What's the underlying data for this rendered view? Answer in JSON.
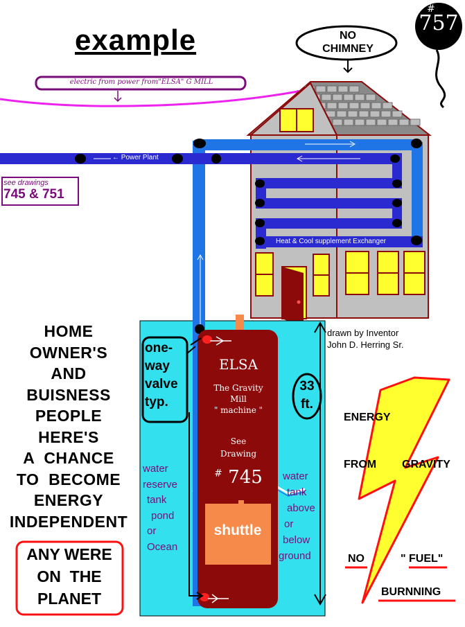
{
  "title": "example",
  "drawing_number": {
    "hash": "#",
    "value": "757"
  },
  "no_chimney": [
    "NO",
    "CHIMNEY"
  ],
  "electric_label": "electric from power from\"ELSA\" G MILL",
  "power_plant_label": "← Power Plant",
  "see_drawings": {
    "line1": "see drawings",
    "line2": "745 & 751"
  },
  "exchanger_label": "Heat & Cool supplement Exchanger",
  "slogan": [
    "HOME",
    "OWNER'S",
    "AND",
    "BUISNESS",
    "PEOPLE",
    "HERE'S",
    "A  CHANCE",
    "TO  BECOME",
    "ENERGY",
    "INDEPENDENT"
  ],
  "planet_box": [
    "ANY WERE",
    "ON  THE",
    "PLANET"
  ],
  "credit": [
    "drawn by Inventor",
    "John D. Herring Sr."
  ],
  "valve_label": [
    "one-",
    "way",
    "valve",
    "typ."
  ],
  "height_label": [
    "33",
    "ft."
  ],
  "elsa": {
    "name": "ELSA",
    "subtitle": [
      "The Gravity",
      "Mill",
      "\" machine \""
    ],
    "see_drawing": [
      "See",
      "Drawing"
    ],
    "number": "745",
    "shuttle": "shuttle"
  },
  "reserve_label": [
    "water",
    "reserve",
    "tank",
    "pond",
    "or",
    "Ocean"
  ],
  "tank_label": [
    "water",
    "tank",
    "above",
    "or",
    "below",
    "ground"
  ],
  "energy_words": {
    "energy": "ENERGY",
    "from": "FROM",
    "gravity": "GRAVITY"
  },
  "no_fuel": {
    "no": "NO",
    "fuel": "\" FUEL\"",
    "burning": "BURNNING"
  },
  "colors": {
    "pipe_blue": "#1f74e6",
    "pipe_dark": "#2a2ad0",
    "tank_cyan": "#33e0ee",
    "elsa_body": "#8c0a0a",
    "shuttle": "#f58a4a",
    "lightning": "#ffff30"
  }
}
